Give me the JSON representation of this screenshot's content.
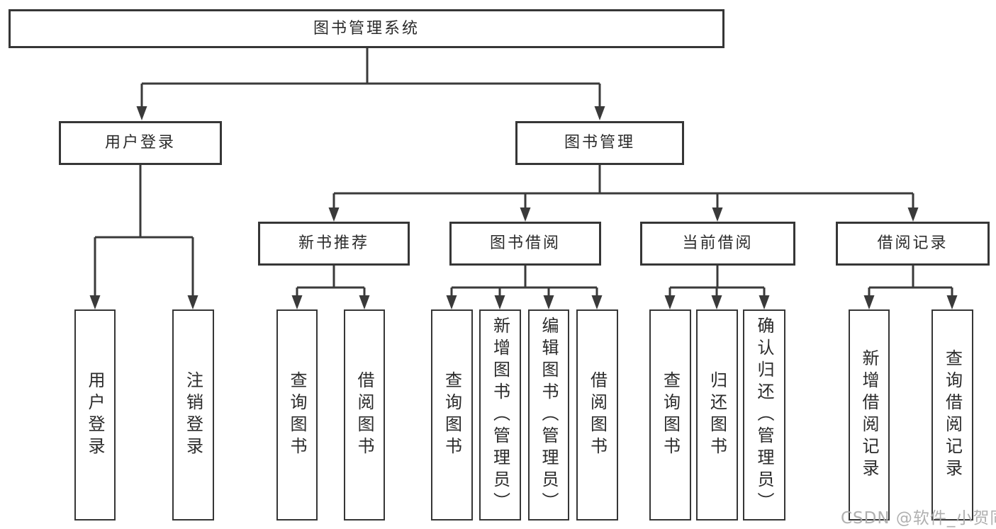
{
  "page": {
    "watermark": "CSDN @软件_小贺同学"
  },
  "colors": {
    "line": "#3a3a3a",
    "box_border": "#363636",
    "box_fill": "#ffffff",
    "text": "#2b2b2b",
    "watermark": "#acacac"
  },
  "tree": {
    "root": {
      "label": "图书管理系统"
    },
    "user_login": {
      "label": "用户登录",
      "leaves": [
        "用户登录",
        "注销登录"
      ]
    },
    "book_management": {
      "label": "图书管理",
      "groups": [
        {
          "label": "新书推荐",
          "leaves": [
            "查询图书",
            "借阅图书"
          ]
        },
        {
          "label": "图书借阅",
          "leaves": [
            "查询图书",
            "新增图书（管理员）",
            "编辑图书（管理员）",
            "借阅图书"
          ]
        },
        {
          "label": "当前借阅",
          "leaves": [
            "查询图书",
            "归还图书",
            "确认归还（管理员）"
          ]
        },
        {
          "label": "借阅记录",
          "leaves": [
            "新增借阅记录",
            "查询借阅记录"
          ]
        }
      ]
    }
  }
}
